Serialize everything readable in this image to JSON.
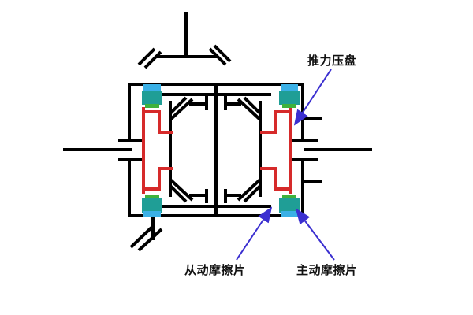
{
  "labels": {
    "pressure_plate": "推力压盘",
    "driven_friction_plate": "从动摩擦片",
    "drive_friction_plate": "主动摩擦片"
  },
  "colors": {
    "line": "#000000",
    "pressure_plate": "#d62a2a",
    "friction_teal": "#1f9e96",
    "friction_teeth": "#3ab0e6",
    "friction_green": "#3fb23c",
    "annotation": "#3b2fd0",
    "background": "#ffffff"
  }
}
